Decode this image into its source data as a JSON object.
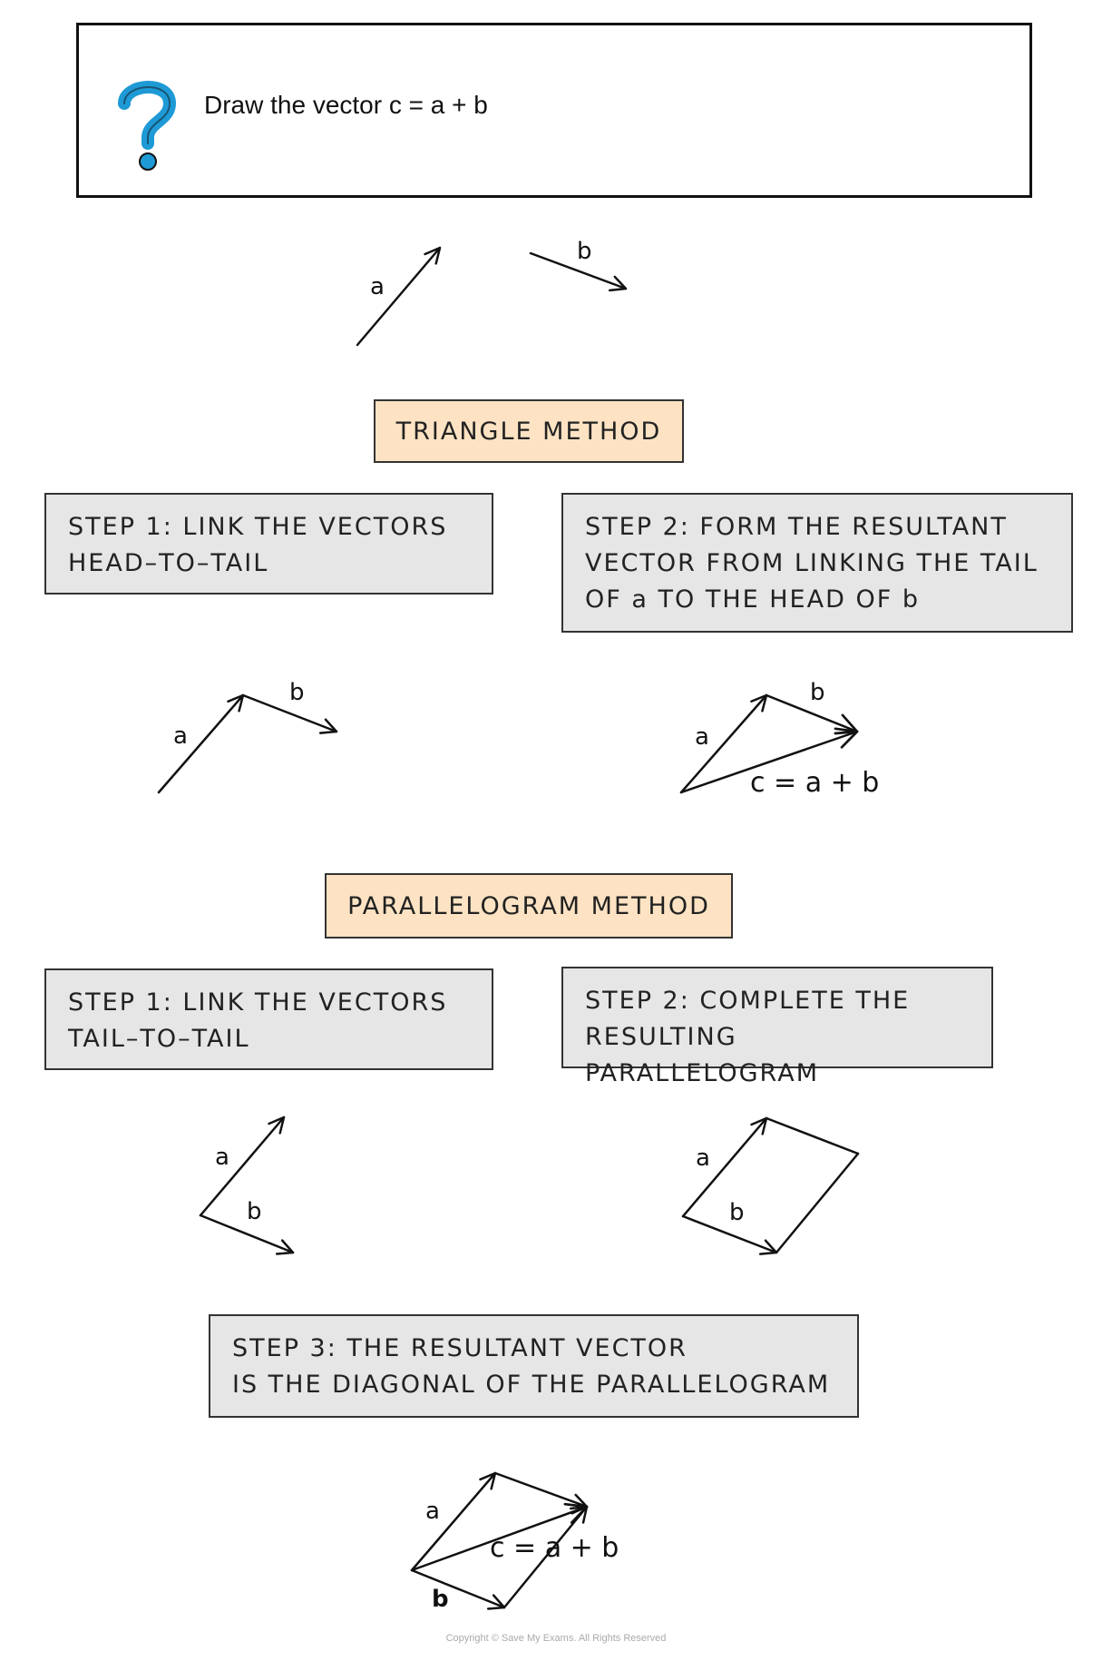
{
  "question": {
    "icon": "question-mark-icon",
    "text": "Draw the vector  c = a + b"
  },
  "labels": {
    "a": "a",
    "b": "b",
    "resultant": "c = a + b"
  },
  "triangle_method": {
    "title": "TRIANGLE   METHOD",
    "step1": "STEP  1:  LINK   THE   VECTORS\nHEAD–TO–TAIL",
    "step2": "STEP  2:  FORM   THE   RESULTANT\nVECTOR  FROM  LINKING  THE  TAIL\nOF  a   TO  THE   HEAD  OF  b"
  },
  "parallelogram_method": {
    "title": "PARALLELOGRAM   METHOD",
    "step1": "STEP  1:   LINK  THE  VECTORS\nTAIL–TO–TAIL",
    "step2": "STEP  2:   COMPLETE   THE\nRESULTING   PARALLELOGRAM",
    "step3": "STEP   3:   THE    RESULTANT    VECTOR\nIS  THE  DIAGONAL  OF  THE  PARALLELOGRAM"
  },
  "footer": "Copyright © Save My Exams. All Rights Reserved",
  "colors": {
    "method_fill": "#fde3c3",
    "step_fill": "#e6e6e6",
    "question_icon": "#1e9ad6"
  }
}
